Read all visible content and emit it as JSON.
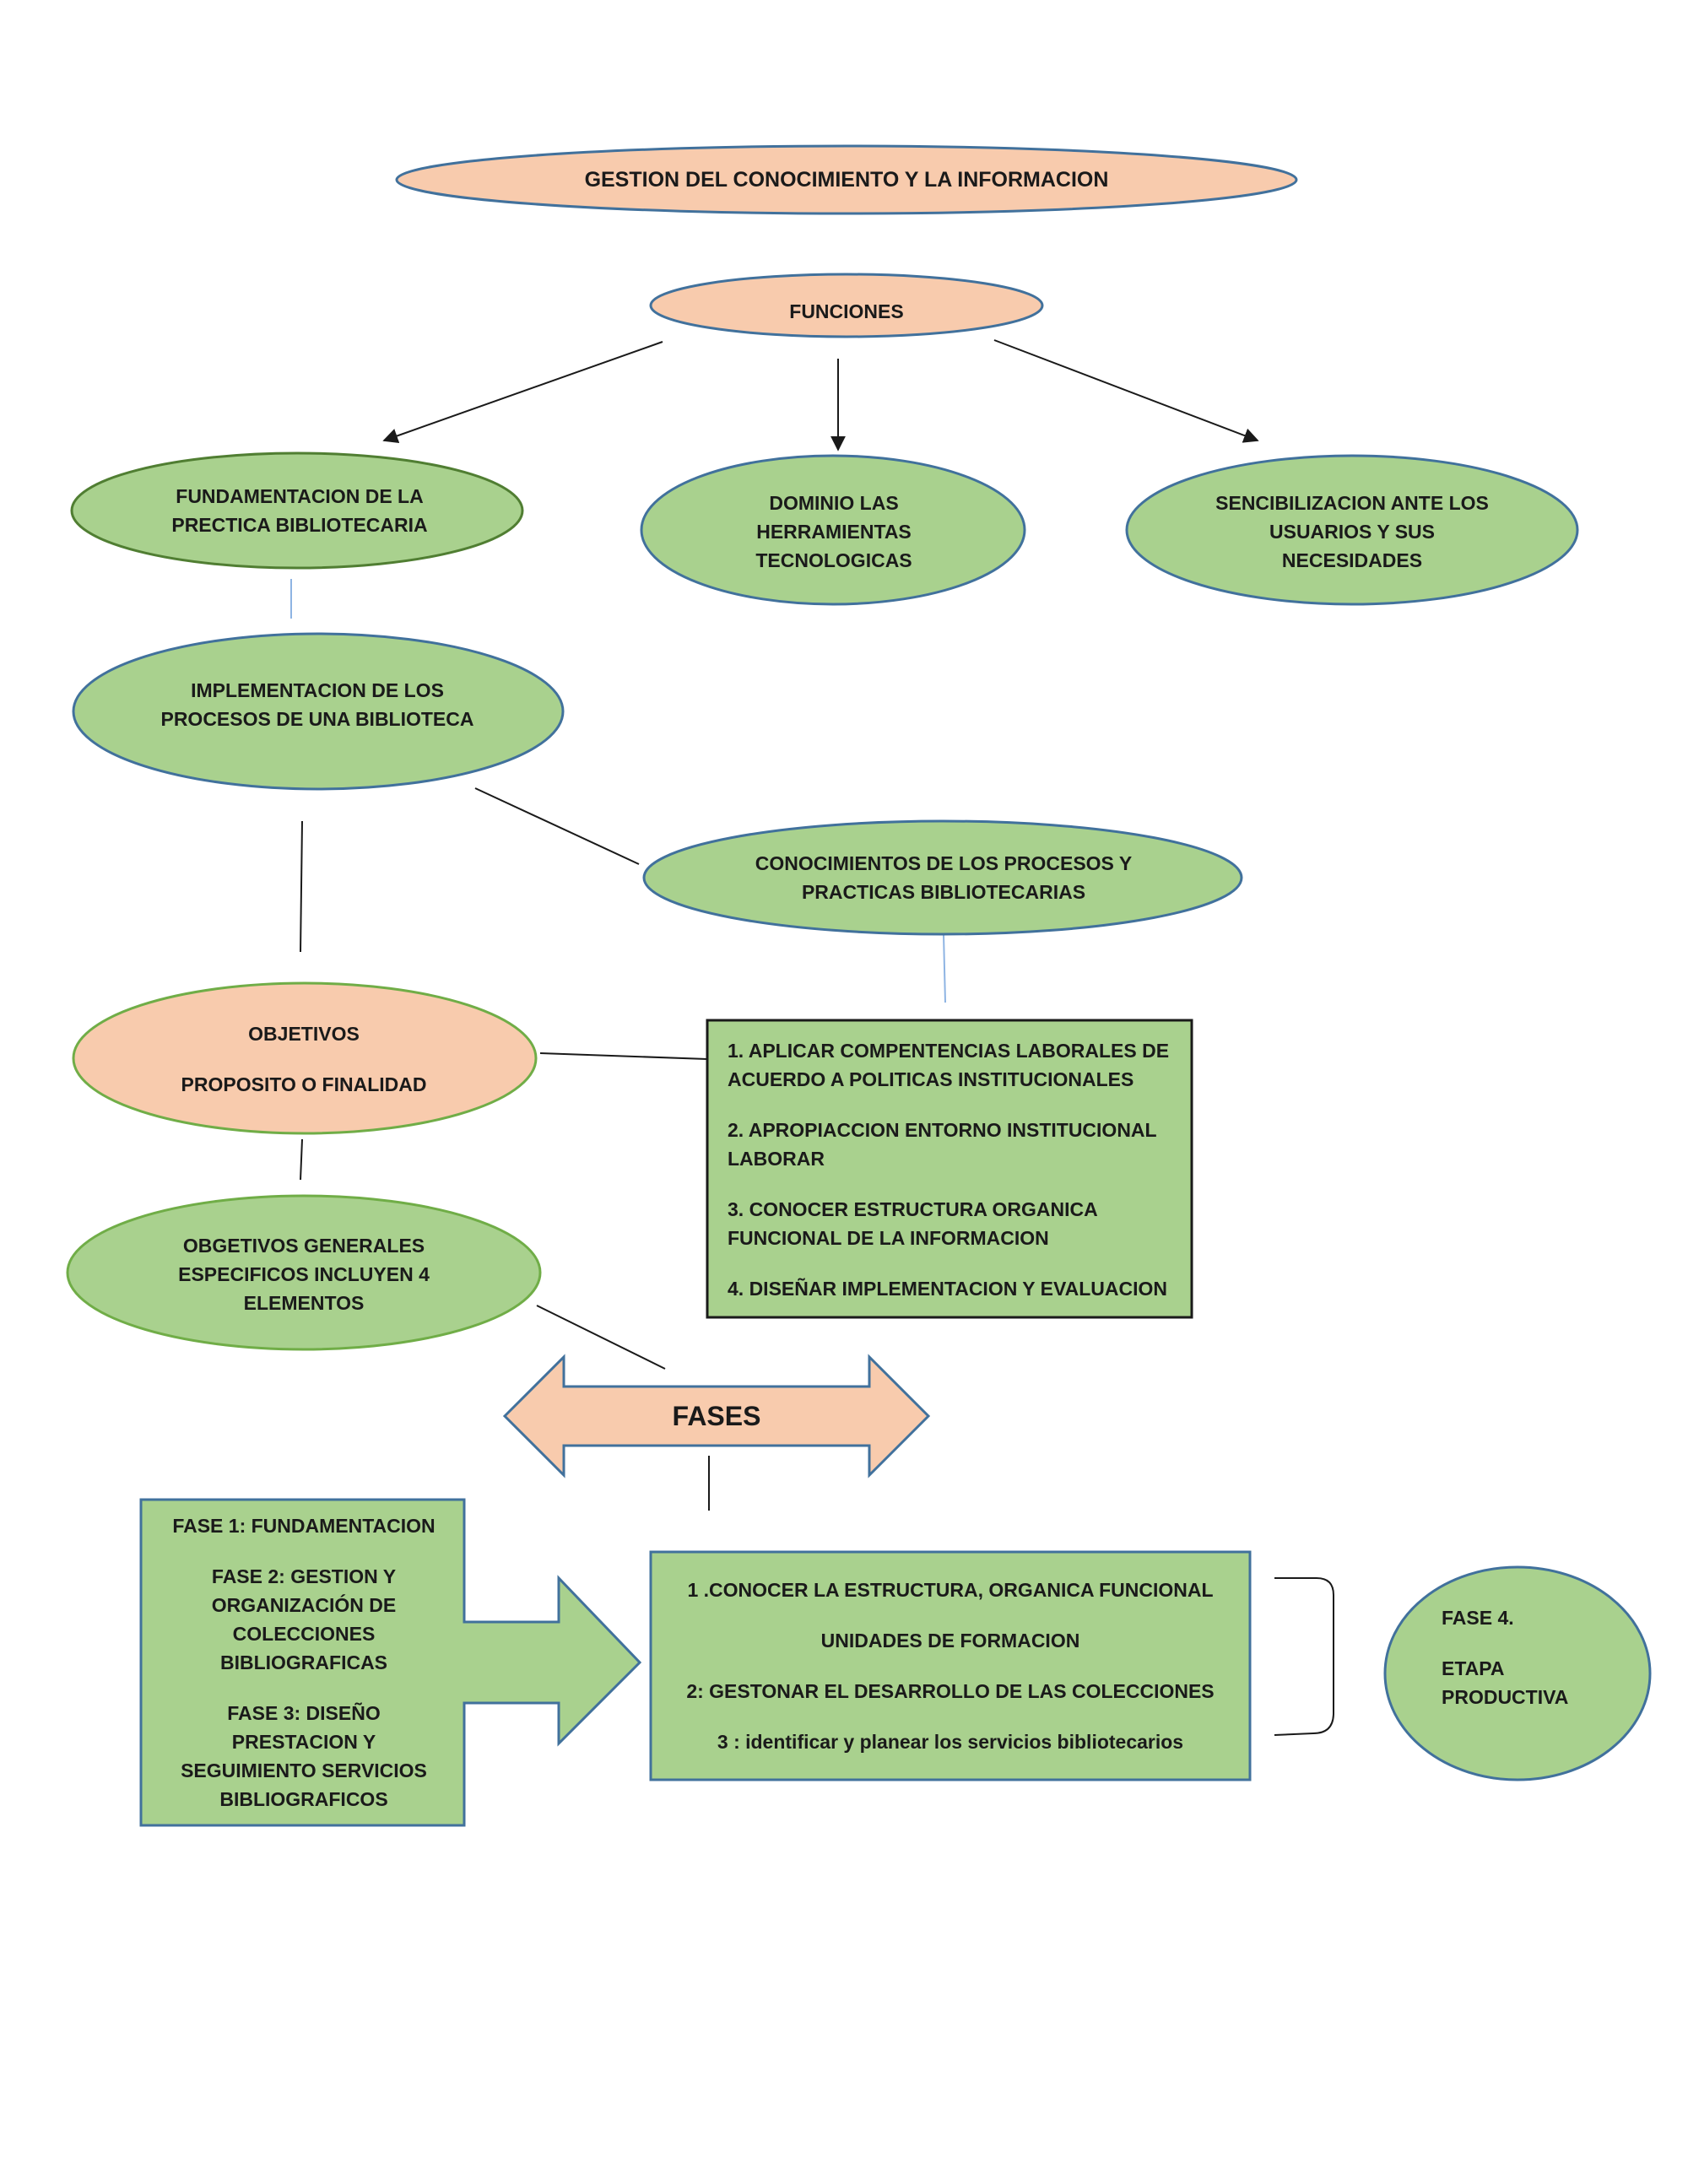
{
  "colors": {
    "green_fill": "#a9d18e",
    "orange_fill": "#f8cbad",
    "blue_stroke": "#41719c",
    "dark_green_stroke": "#507e32",
    "line": "#1a1a1a"
  },
  "title": "GESTION DEL CONOCIMIENTO Y LA INFORMACION",
  "functions": {
    "label": "FUNCIONES",
    "items": [
      "FUNDAMENTACION DE LA PRECTICA BIBLIOTECARIA",
      "DOMINIO LAS HERRAMIENTAS TECNOLOGICAS",
      "SENCIBILIZACION ANTE LOS USUARIOS Y SUS NECESIDADES"
    ]
  },
  "implementation": "IMPLEMENTACION DE LOS PROCESOS DE UNA BIBLIOTECA",
  "knowledge": "CONOCIMIENTOS DE LOS PROCESOS Y PRACTICAS BIBLIOTECARIAS",
  "objectives": {
    "title": "OBJETIVOS",
    "subtitle": "PROPOSITO O FINALIDAD"
  },
  "competencies": [
    "1. APLICAR COMPENTENCIAS LABORALES DE ACUERDO A POLITICAS INSTITUCIONALES",
    "2. APROPIACCION ENTORNO INSTITUCIONAL LABORAR",
    "3. CONOCER ESTRUCTURA  ORGANICA FUNCIONAL DE LA INFORMACION",
    "4. DISEÑAR IMPLEMENTACION Y EVALUACION"
  ],
  "general_objectives": "OBGETIVOS GENERALES ESPECIFICOS INCLUYEN 4 ELEMENTOS",
  "phases_label": "FASES",
  "phase_list": [
    "FASE 1: FUNDAMENTACION",
    "FASE 2: GESTION Y ORGANIZACIÓN DE COLECCIONES BIBLIOGRAFICAS",
    "FASE 3: DISEÑO PRESTACION Y SEGUIMIENTO SERVICIOS BIBLIOGRAFICOS"
  ],
  "steps": [
    "1 .CONOCER LA ESTRUCTURA, ORGANICA FUNCIONAL",
    "UNIDADES DE FORMACION",
    "2: GESTONAR EL DESARROLLO DE LAS COLECCIONES",
    "3 : identificar y planear los servicios bibliotecarios"
  ],
  "phase4": {
    "title": "FASE 4.",
    "subtitle": "ETAPA PRODUCTIVA"
  }
}
